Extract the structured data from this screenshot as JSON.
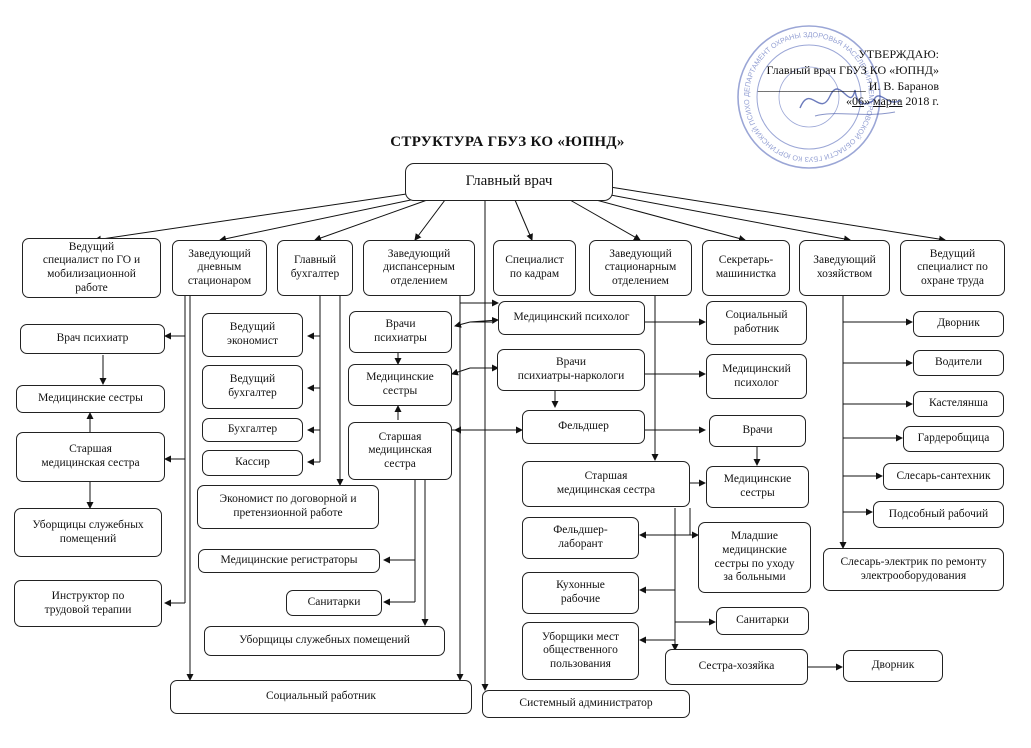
{
  "document": {
    "approval": {
      "line1": "УТВЕРЖДАЮ:",
      "line2": "Главный врач ГБУЗ КО «ЮПНД»",
      "line3": "И. В. Баранов",
      "day": "06",
      "month": "марта",
      "year_suffix": "2018 г."
    },
    "title": "СТРУКТУРА  ГБУЗ КО «ЮПНД»",
    "stamp": {
      "text": "ДЕПАРТАМЕНТ ОХРАНЫ ЗДОРОВЬЯ НАСЕЛЕНИЯ КЕМЕРОВСКОЙ ОБЛАСТИ ГБУЗ КО ЮРГИНСКИЙ ПСИХОНЕВРОЛОГИЧЕСКИЙ ДИСПАНСЕР",
      "color": "#4a5fb5"
    }
  },
  "org_chart": {
    "root": "Главный врач",
    "departments": {
      "go": "Ведущий\nспециалист по ГО и\nмобилизационной\nработе",
      "day_hospital": "Заведующий\nдневным\nстационаром",
      "chief_accountant": "Главный\nбухгалтер",
      "dispensary": "Заведующий\nдиспансерным\nотделением",
      "hr": "Специалист\nпо кадрам",
      "inpatient": "Заведующий\nстационарным\nотделением",
      "secretary": "Секретарь-\nмашинистка",
      "household": "Заведующий\nхозяйством",
      "labor_safety": "Ведущий\nспециалист по\nохране труда"
    },
    "day_hospital_staff": {
      "psychiatrist": "Врач психиатр",
      "nurses": "Медицинские сестры",
      "head_nurse": "Старшая\nмедицинская сестра",
      "cleaners": "Уборщицы служебных\nпомещений",
      "instructor": "Инструктор по\nтрудовой терапии"
    },
    "accounting": {
      "economist": "Ведущий\nэкономист",
      "lead_accountant": "Ведущий\nбухгалтер",
      "accountant": "Бухгалтер",
      "cashier": "Кассир",
      "contract_economist": "Экономист по договорной и\nпретензионной работе"
    },
    "dispensary_staff": {
      "psychiatrists": "Врачи\nпсихиатры",
      "nurses": "Медицинские\nсестры",
      "head_nurse": "Старшая\nмедицинская\nсестра",
      "registrars": "Медицинские регистраторы",
      "orderlies": "Санитарки",
      "cleaners": "Уборщицы служебных помещений"
    },
    "center": {
      "psychologist": "Медицинский психолог",
      "narcologists": "Врачи\nпсихиатры-наркологи",
      "feldsher": "Фельдшер"
    },
    "inpatient_staff": {
      "social_worker": "Социальный\nработник",
      "psychologist": "Медицинский\nпсихолог",
      "doctors": "Врачи",
      "nurses": "Медицинские\nсестры",
      "head_nurse": "Старшая\nмедицинская сестра",
      "lab_feldsher": "Фельдшер-\nлаборант",
      "kitchen": "Кухонные\nрабочие",
      "cleaners_public": "Уборщики мест\nобщественного\nпользования",
      "junior_nurses": "Младшие\nмедицинские\nсестры по уходу\nза больными",
      "orderlies": "Санитарки",
      "housekeeper": "Сестра-хозяйка",
      "janitor": "Дворник"
    },
    "household_staff": {
      "janitor": "Дворник",
      "drivers": "Водители",
      "linen_keeper": "Кастелянша",
      "cloakroom": "Гардеробщица",
      "plumber": "Слесарь-сантехник",
      "laborer": "Подсобный рабочий",
      "electrician": "Слесарь-электрик по ремонту\nэлектрооборудования"
    },
    "bottom": {
      "social_worker": "Социальный работник",
      "sysadmin": "Системный администратор"
    }
  }
}
